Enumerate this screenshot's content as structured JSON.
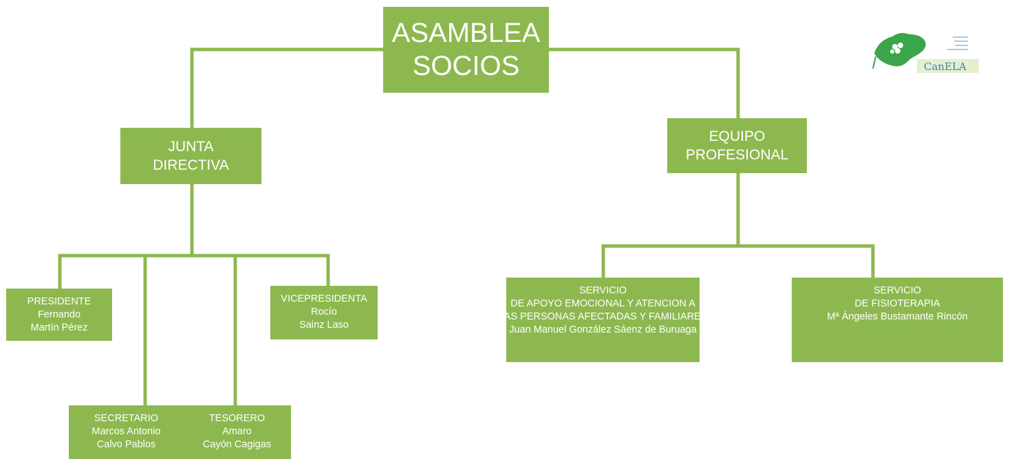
{
  "asamblea": {
    "line1": "ASAMBLEA",
    "line2": "SOCIOS"
  },
  "junta": {
    "line1": "JUNTA",
    "line2": "DIRECTIVA"
  },
  "equipo": {
    "line1": "EQUIPO",
    "line2": "PROFESIONAL"
  },
  "presidente": {
    "role": "PRESIDENTE",
    "name1": "Fernando",
    "name2": "Martín Pérez"
  },
  "vicepresidenta": {
    "role": "VICEPRESIDENTA",
    "name1": "Rocío",
    "name2": "Sainz Laso"
  },
  "secretario": {
    "role": "SECRETARIO",
    "name1": "Marcos Antonio",
    "name2": "Calvo Pablos"
  },
  "tesorero": {
    "role": "TESORERO",
    "name1": "Amaro",
    "name2": "Cayón Cagigas"
  },
  "apoyo": {
    "line1": "SERVICIO",
    "line2": "DE APOYO EMOCIONAL Y ATENCION A",
    "line3": "LAS PERSONAS AFECTADAS Y FAMILIARES",
    "line4": "Juan Manuel González Sáenz de Buruaga"
  },
  "fisio": {
    "line1": "SERVICIO",
    "line2": "DE FISIOTERAPIA",
    "line3": "Mª Ángeles Bustamante Rincón"
  },
  "logo": {
    "text": "CanELA"
  },
  "colors": {
    "box": "#8db84f",
    "line": "#8db84f",
    "text": "#ffffff",
    "logo_green": "#3aa54a"
  }
}
